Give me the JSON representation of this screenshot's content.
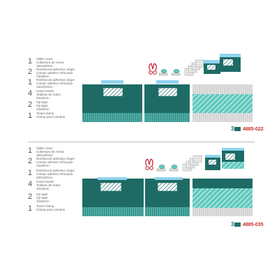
{
  "kits": [
    {
      "code": "4885-022",
      "logo": "3",
      "items": [
        {
          "qty": "1",
          "lines": [
            "Table cover",
            "Cobertura de mesa",
            "150x200cm"
          ]
        },
        {
          "qty": "2",
          "lines": [
            "Reinforced adhesive drape",
            "Campo adesivo reforçado",
            "75x90cm"
          ]
        },
        {
          "qty": "1",
          "lines": [
            "Reinforced adhesive drape",
            "Campo adesivo reforçado",
            "180x200cm"
          ]
        },
        {
          "qty": "4",
          "lines": [
            "Hand towels",
            "Toalhas de mãos",
            "33x30cm"
          ]
        },
        {
          "qty": "2",
          "lines": [
            "Op-tape",
            "Op-tape",
            "10x50cm"
          ]
        },
        {
          "qty": "1",
          "lines": [
            "Towel clamp",
            "Clamp para campos"
          ]
        }
      ]
    },
    {
      "code": "4885-035",
      "logo": "3",
      "items": [
        {
          "qty": "1",
          "lines": [
            "Table cover",
            "Cobertura de mesa",
            "150x200cm"
          ]
        },
        {
          "qty": "2",
          "lines": [
            "Reinforced adhesive drape",
            "Campo adesivo reforçado",
            "75x90cm"
          ]
        },
        {
          "qty": "1",
          "lines": [
            "Reinforced adhesive drape",
            "Campo adesivo reforçado",
            "200x300cm"
          ]
        },
        {
          "qty": "4",
          "lines": [
            "Hand towels",
            "Toalhas de mãos",
            "33x30cm"
          ]
        },
        {
          "qty": "2",
          "lines": [
            "Op-tape",
            "Op-tape",
            "10x50cm"
          ]
        },
        {
          "qty": "1",
          "lines": [
            "Towel clamp",
            "Clamp para campos"
          ]
        }
      ]
    }
  ],
  "colors": {
    "teal_dark": "#1e6b66",
    "teal_mid": "#2a8a82",
    "teal_light": "#5fc9bf",
    "sky": "#8fd4ef",
    "clamp_red": "#c8283a",
    "code_red": "#c62a2a"
  }
}
